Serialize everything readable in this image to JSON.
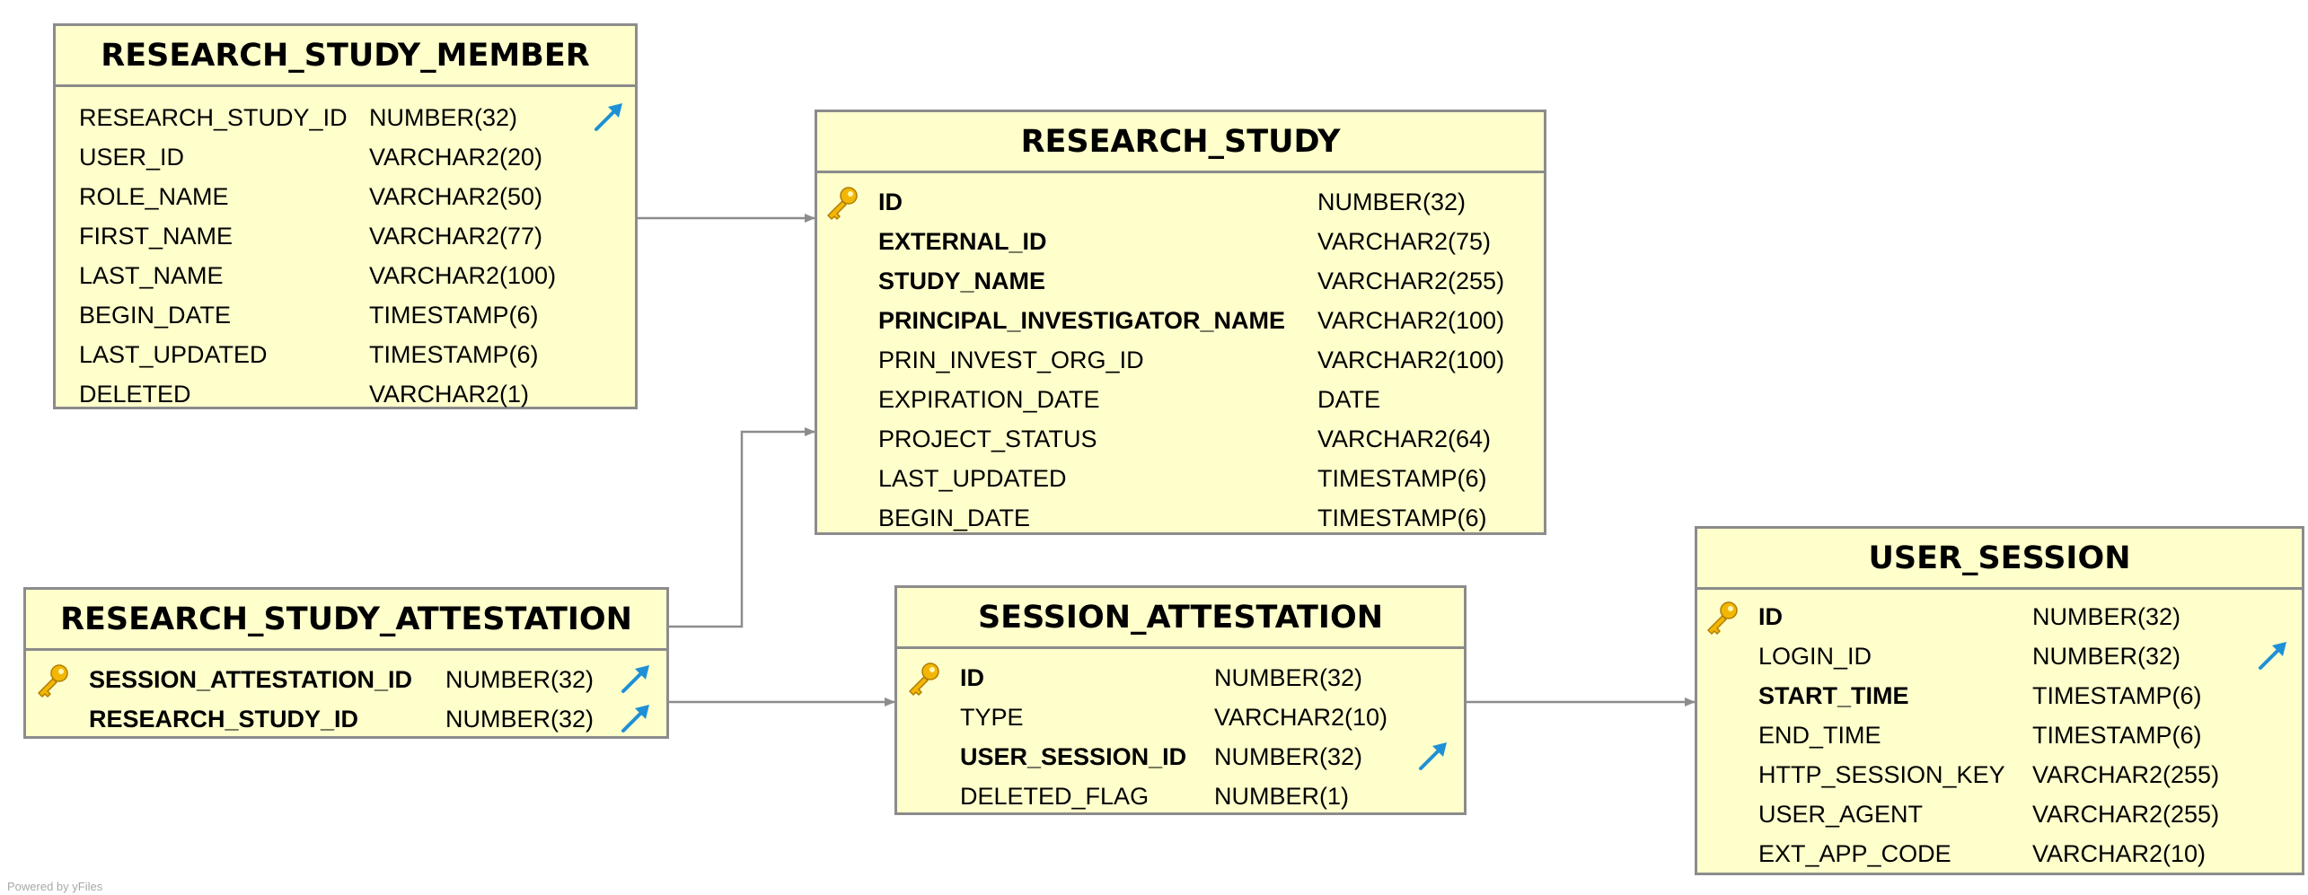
{
  "diagram": {
    "footer": "Powered by yFiles",
    "tables": [
      {
        "id": "research_study_member",
        "title": "RESEARCH_STUDY_MEMBER",
        "columns": [
          {
            "name": "RESEARCH_STUDY_ID",
            "type": "NUMBER(32)",
            "pk": false,
            "fk": true,
            "bold": false
          },
          {
            "name": "USER_ID",
            "type": "VARCHAR2(20)",
            "pk": false,
            "fk": false,
            "bold": false
          },
          {
            "name": "ROLE_NAME",
            "type": "VARCHAR2(50)",
            "pk": false,
            "fk": false,
            "bold": false
          },
          {
            "name": "FIRST_NAME",
            "type": "VARCHAR2(77)",
            "pk": false,
            "fk": false,
            "bold": false
          },
          {
            "name": "LAST_NAME",
            "type": "VARCHAR2(100)",
            "pk": false,
            "fk": false,
            "bold": false
          },
          {
            "name": "BEGIN_DATE",
            "type": "TIMESTAMP(6)",
            "pk": false,
            "fk": false,
            "bold": false
          },
          {
            "name": "LAST_UPDATED",
            "type": "TIMESTAMP(6)",
            "pk": false,
            "fk": false,
            "bold": false
          },
          {
            "name": "DELETED",
            "type": "VARCHAR2(1)",
            "pk": false,
            "fk": false,
            "bold": false
          }
        ]
      },
      {
        "id": "research_study",
        "title": "RESEARCH_STUDY",
        "columns": [
          {
            "name": "ID",
            "type": "NUMBER(32)",
            "pk": true,
            "fk": false,
            "bold": true
          },
          {
            "name": "EXTERNAL_ID",
            "type": "VARCHAR2(75)",
            "pk": false,
            "fk": false,
            "bold": true
          },
          {
            "name": "STUDY_NAME",
            "type": "VARCHAR2(255)",
            "pk": false,
            "fk": false,
            "bold": true
          },
          {
            "name": "PRINCIPAL_INVESTIGATOR_NAME",
            "type": "VARCHAR2(100)",
            "pk": false,
            "fk": false,
            "bold": true
          },
          {
            "name": "PRIN_INVEST_ORG_ID",
            "type": "VARCHAR2(100)",
            "pk": false,
            "fk": false,
            "bold": false
          },
          {
            "name": "EXPIRATION_DATE",
            "type": "DATE",
            "pk": false,
            "fk": false,
            "bold": false
          },
          {
            "name": "PROJECT_STATUS",
            "type": "VARCHAR2(64)",
            "pk": false,
            "fk": false,
            "bold": false
          },
          {
            "name": "LAST_UPDATED",
            "type": "TIMESTAMP(6)",
            "pk": false,
            "fk": false,
            "bold": false
          },
          {
            "name": "BEGIN_DATE",
            "type": "TIMESTAMP(6)",
            "pk": false,
            "fk": false,
            "bold": false
          }
        ]
      },
      {
        "id": "research_study_attestation",
        "title": "RESEARCH_STUDY_ATTESTATION",
        "columns": [
          {
            "name": "SESSION_ATTESTATION_ID",
            "type": "NUMBER(32)",
            "pk": true,
            "fk": true,
            "bold": true
          },
          {
            "name": "RESEARCH_STUDY_ID",
            "type": "NUMBER(32)",
            "pk": false,
            "fk": true,
            "bold": true
          }
        ]
      },
      {
        "id": "session_attestation",
        "title": "SESSION_ATTESTATION",
        "columns": [
          {
            "name": "ID",
            "type": "NUMBER(32)",
            "pk": true,
            "fk": false,
            "bold": true
          },
          {
            "name": "TYPE",
            "type": "VARCHAR2(10)",
            "pk": false,
            "fk": false,
            "bold": false
          },
          {
            "name": "USER_SESSION_ID",
            "type": "NUMBER(32)",
            "pk": false,
            "fk": true,
            "bold": true
          },
          {
            "name": "DELETED_FLAG",
            "type": "NUMBER(1)",
            "pk": false,
            "fk": false,
            "bold": false
          }
        ]
      },
      {
        "id": "user_session",
        "title": "USER_SESSION",
        "columns": [
          {
            "name": "ID",
            "type": "NUMBER(32)",
            "pk": true,
            "fk": false,
            "bold": true
          },
          {
            "name": "LOGIN_ID",
            "type": "NUMBER(32)",
            "pk": false,
            "fk": true,
            "bold": false
          },
          {
            "name": "START_TIME",
            "type": "TIMESTAMP(6)",
            "pk": false,
            "fk": false,
            "bold": true
          },
          {
            "name": "END_TIME",
            "type": "TIMESTAMP(6)",
            "pk": false,
            "fk": false,
            "bold": false
          },
          {
            "name": "HTTP_SESSION_KEY",
            "type": "VARCHAR2(255)",
            "pk": false,
            "fk": false,
            "bold": false
          },
          {
            "name": "USER_AGENT",
            "type": "VARCHAR2(255)",
            "pk": false,
            "fk": false,
            "bold": false
          },
          {
            "name": "EXT_APP_CODE",
            "type": "VARCHAR2(10)",
            "pk": false,
            "fk": false,
            "bold": false
          }
        ]
      }
    ],
    "relationships": [
      {
        "from": "research_study_member",
        "to": "research_study"
      },
      {
        "from": "research_study_attestation",
        "to": "research_study"
      },
      {
        "from": "research_study_attestation",
        "to": "session_attestation"
      },
      {
        "from": "session_attestation",
        "to": "user_session"
      }
    ],
    "icons": {
      "primary_key": "key-icon",
      "foreign_key": "foreign-key-arrow-icon"
    },
    "colors": {
      "table_fill": "#ffffcc",
      "table_border": "#8c8c8c",
      "connector": "#8c8c8c",
      "key_gold": "#f2b705",
      "fk_blue": "#1e90d6"
    }
  }
}
